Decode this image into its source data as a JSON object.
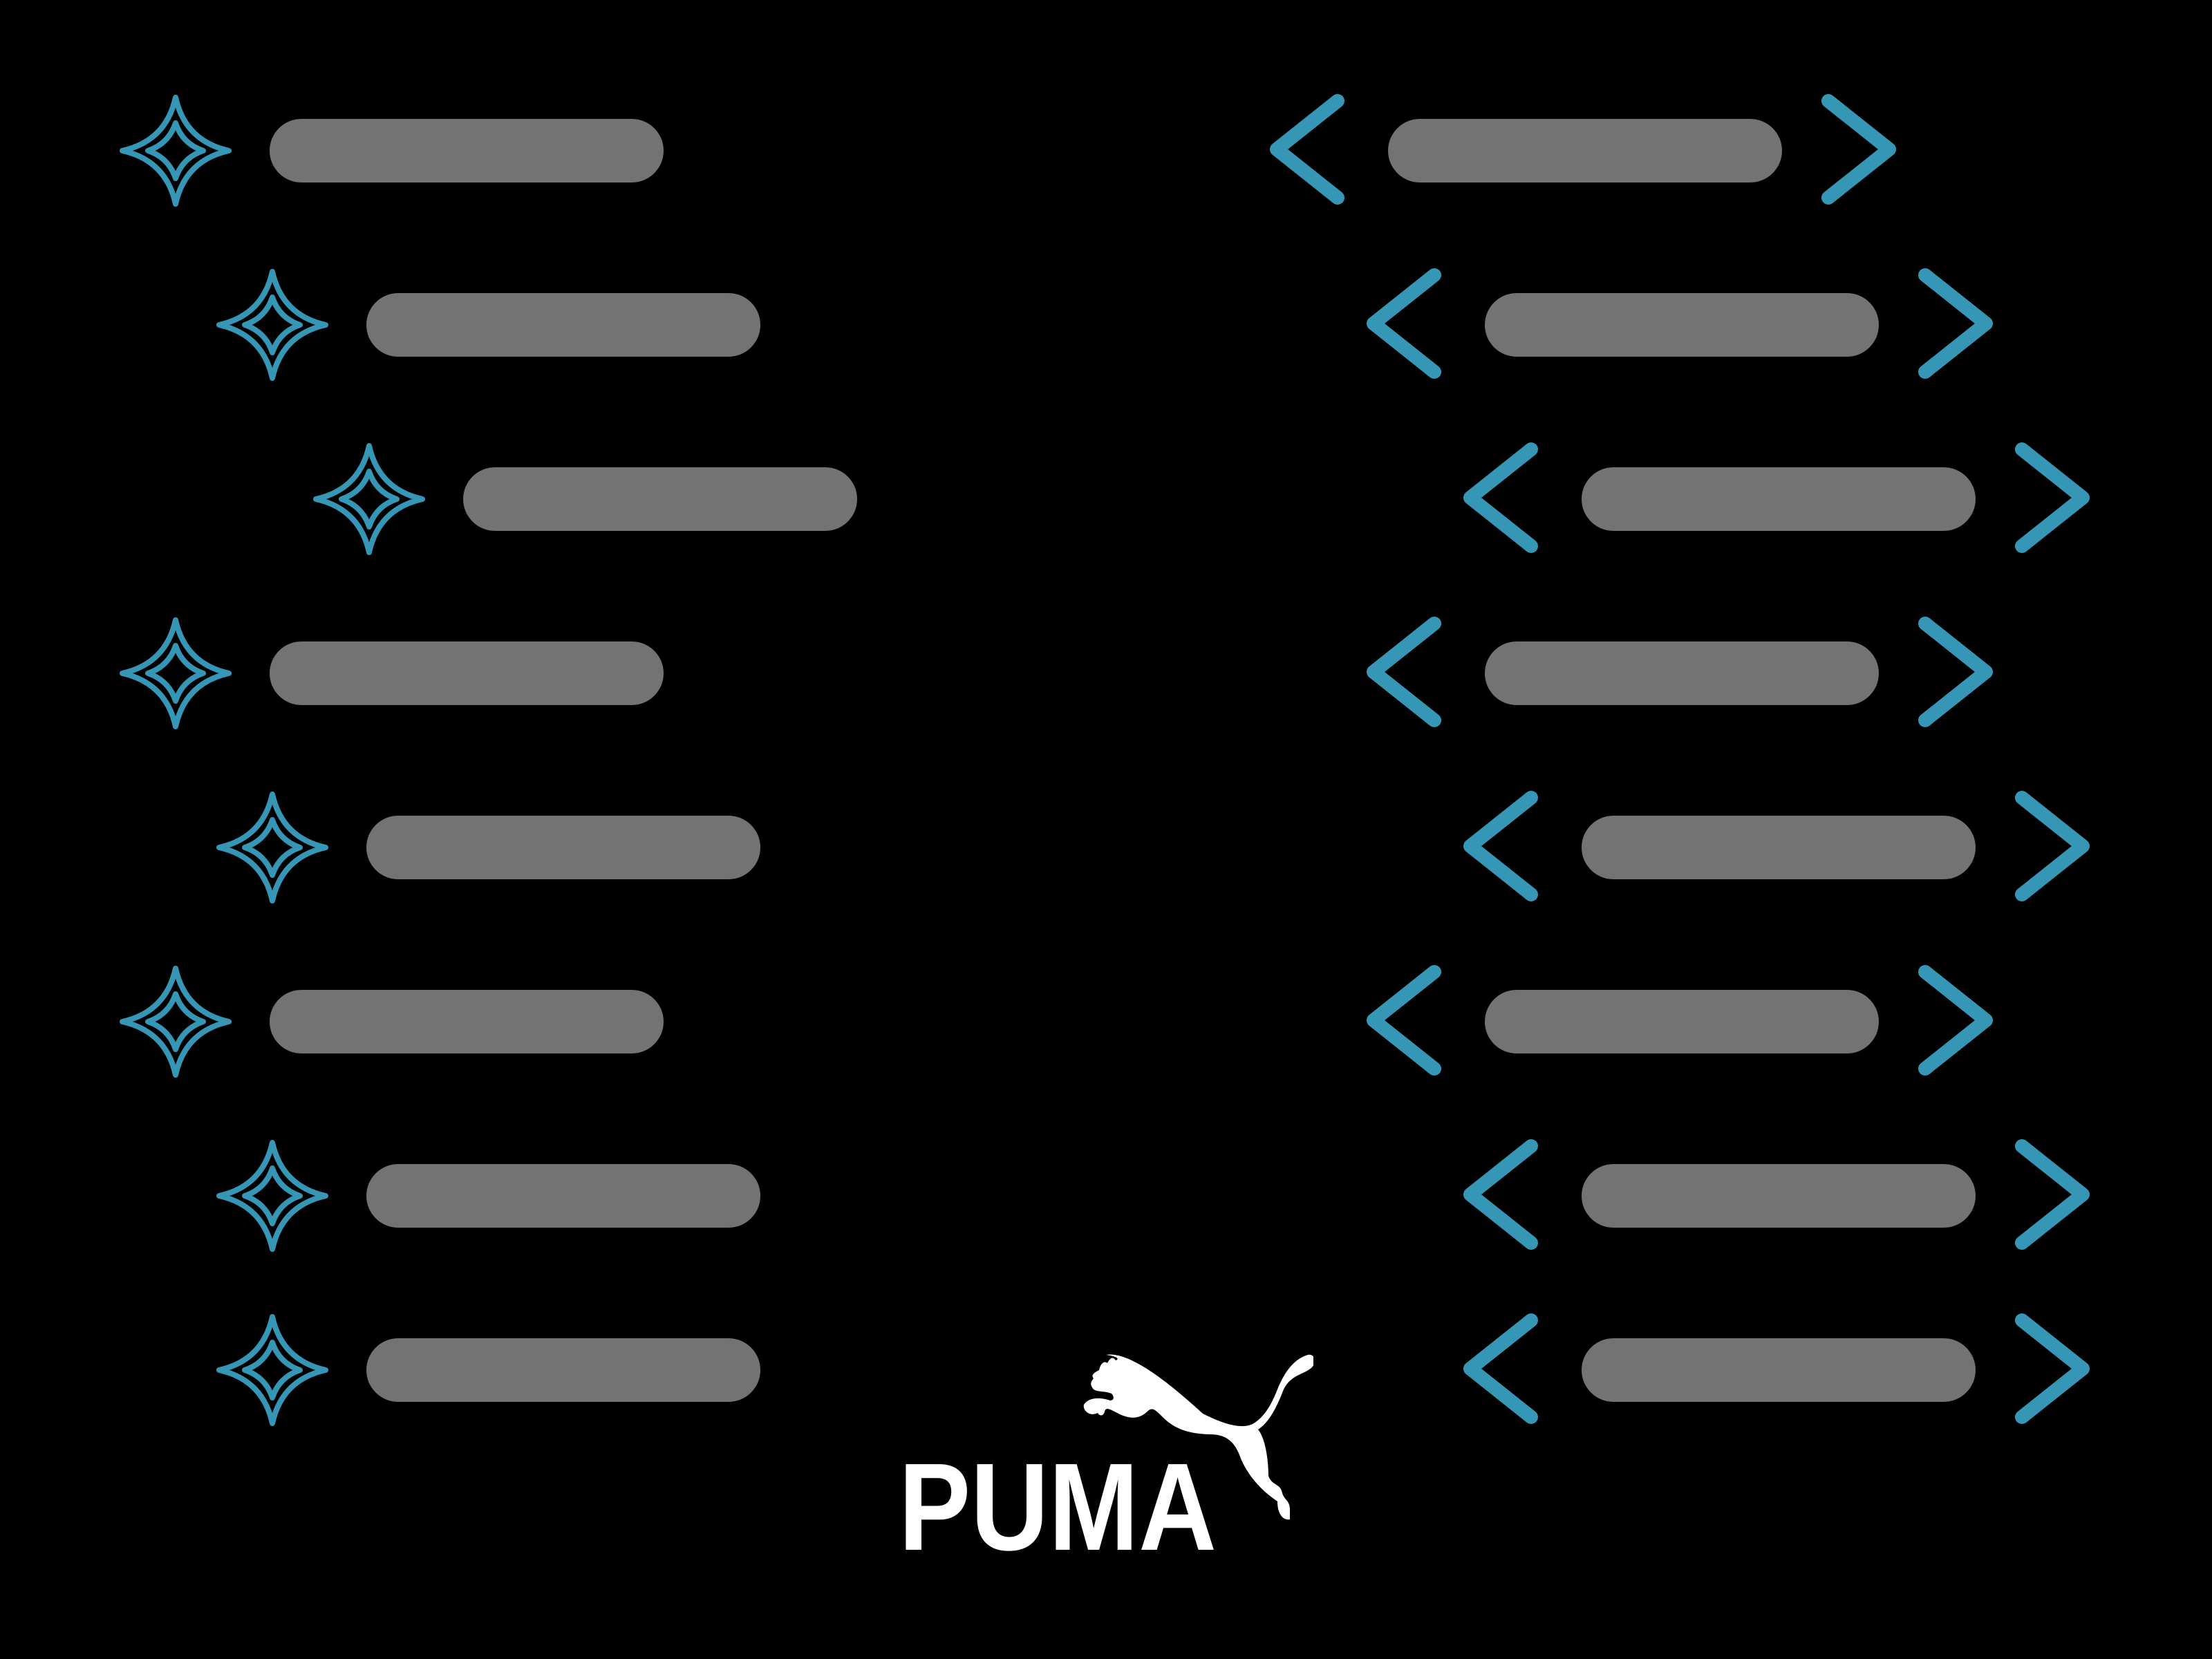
{
  "colors": {
    "background": "#000000",
    "accent": "#3596b5",
    "bar": "#737373",
    "logo": "#ffffff"
  },
  "left_list": {
    "icon": "sparkle-icon",
    "items": [
      {
        "indent_level": 0
      },
      {
        "indent_level": 1
      },
      {
        "indent_level": 2
      },
      {
        "indent_level": 0
      },
      {
        "indent_level": 1
      },
      {
        "indent_level": 0
      },
      {
        "indent_level": 1
      },
      {
        "indent_level": 1
      }
    ]
  },
  "right_list": {
    "icons": [
      "chevron-left-icon",
      "chevron-right-icon"
    ],
    "items": [
      {
        "indent_level": 0
      },
      {
        "indent_level": 1
      },
      {
        "indent_level": 2
      },
      {
        "indent_level": 1
      },
      {
        "indent_level": 2
      },
      {
        "indent_level": 1
      },
      {
        "indent_level": 2
      },
      {
        "indent_level": 2
      }
    ]
  },
  "logo": {
    "text": "PUMA",
    "icon": "puma-cat-icon"
  }
}
